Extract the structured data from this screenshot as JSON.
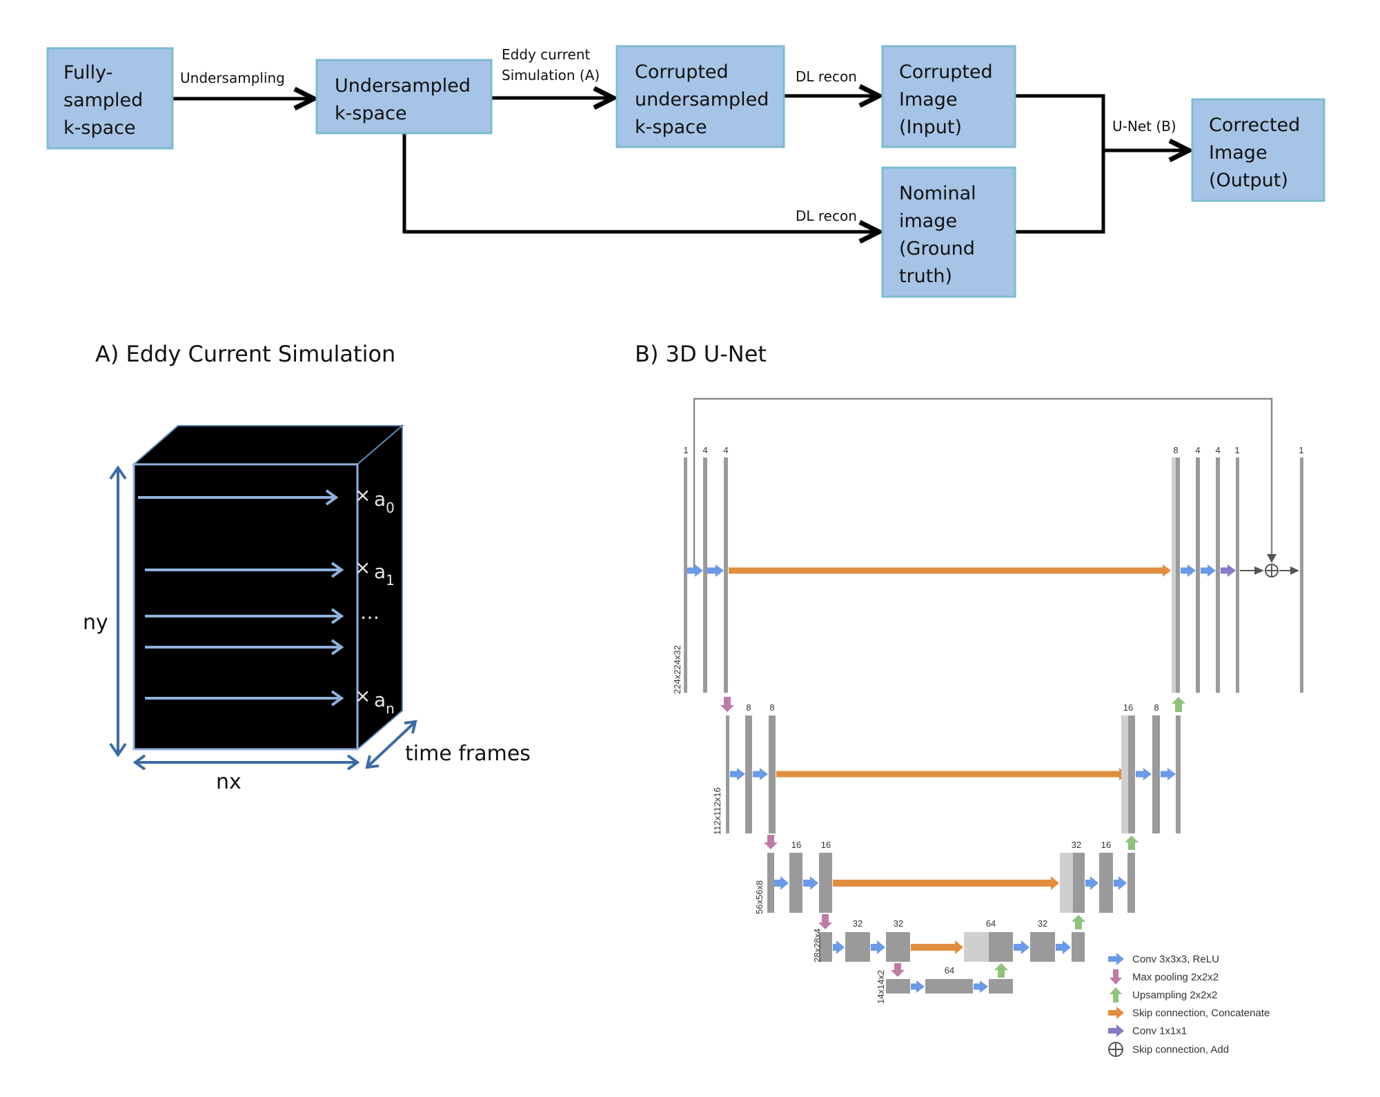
{
  "flowchart": {
    "boxes": {
      "fully_sampled": [
        "Fully-",
        "sampled",
        "k-space"
      ],
      "undersampled": [
        "Undersampled",
        "k-space"
      ],
      "corrupted_undersampled": [
        "Corrupted",
        "undersampled",
        "k-space"
      ],
      "corrupted_image": [
        "Corrupted",
        "Image",
        "(Input)"
      ],
      "nominal_image": [
        "Nominal",
        "image",
        "(Ground",
        "truth)"
      ],
      "corrected_image": [
        "Corrected",
        "Image",
        "(Output)"
      ]
    },
    "edge_labels": {
      "undersampling": "Undersampling",
      "eddy_line1": "Eddy current",
      "eddy_line2": "Simulation (A)",
      "dl_recon_top": "DL recon",
      "dl_recon_bottom": "DL recon",
      "unet": "U-Net (B)"
    }
  },
  "panel_a": {
    "title": "A) Eddy Current Simulation",
    "ny": "ny",
    "nx": "nx",
    "time_frames": "time frames",
    "coefficients": [
      {
        "base": "a",
        "sub": "0"
      },
      {
        "base": "a",
        "sub": "1"
      },
      {
        "base": "…",
        "sub": ""
      },
      {
        "base": "a",
        "sub": "n"
      }
    ],
    "times_symbol": "×"
  },
  "panel_b": {
    "title": "B) 3D U-Net",
    "level_sizes": [
      "224x224x32",
      "112x112x16",
      "56x56x8",
      "28x28x4",
      "14x14x2"
    ],
    "channel_labels": {
      "l1_left": [
        "1",
        "4",
        "4"
      ],
      "l1_right": [
        "8",
        "4",
        "4",
        "1",
        "1"
      ],
      "l2_left": [
        "8",
        "8"
      ],
      "l2_right": [
        "16",
        "8"
      ],
      "l3_left": [
        "16",
        "16"
      ],
      "l3_right": [
        "32",
        "16"
      ],
      "l4_left": [
        "32",
        "32"
      ],
      "l4_right": [
        "64",
        "32"
      ],
      "l5": [
        "64"
      ]
    },
    "legend": [
      {
        "icon": "blue-right-arrow-icon",
        "label": "Conv 3x3x3, ReLU",
        "color": "#6a9ae8"
      },
      {
        "icon": "pink-down-arrow-icon",
        "label": "Max pooling 2x2x2",
        "color": "#c07aa6"
      },
      {
        "icon": "green-up-arrow-icon",
        "label": "Upsampling 2x2x2",
        "color": "#8fc27a"
      },
      {
        "icon": "orange-right-arrow-icon",
        "label": "Skip connection, Concatenate",
        "color": "#e08e3e"
      },
      {
        "icon": "purple-right-arrow-icon",
        "label": "Conv 1x1x1",
        "color": "#8a78c8"
      },
      {
        "icon": "circle-plus-icon",
        "label": "Skip connection, Add",
        "color": "#555555"
      }
    ]
  },
  "colors": {
    "box_fill": "#a6c4e6",
    "box_border": "#7bbcd2",
    "cube_edge": "#5f86b8",
    "cube_arrow": "#8fb2dc",
    "axis_arrow": "#3c6ca4",
    "bar_dark": "#9a9a9a",
    "bar_light": "#cfcfcf"
  }
}
